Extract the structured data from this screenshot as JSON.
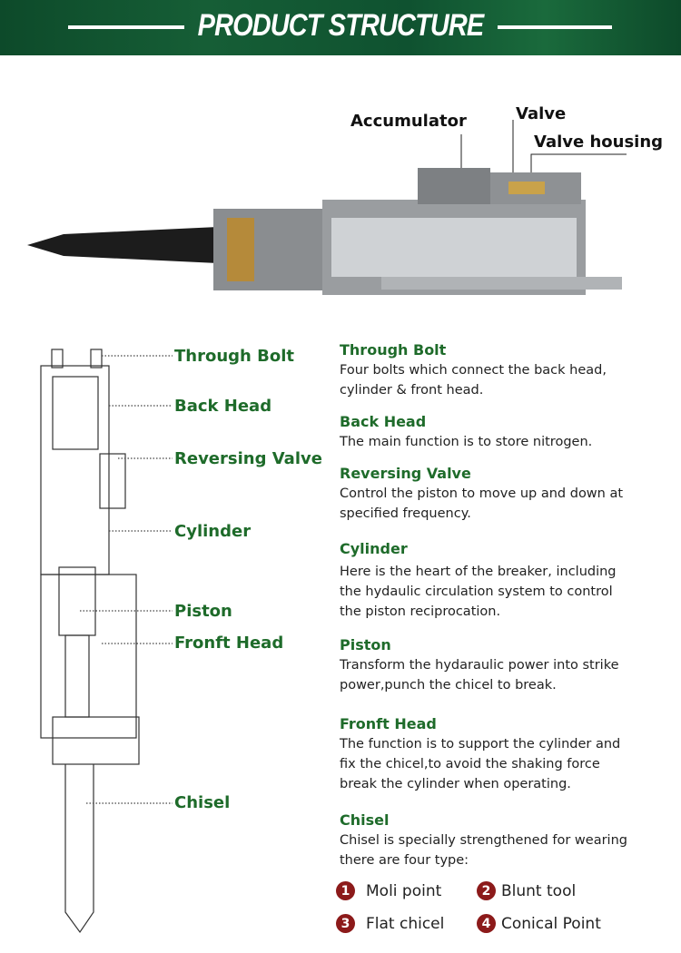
{
  "header": {
    "title": "PRODUCT STRUCTURE"
  },
  "top_diagram": {
    "labels": [
      "Accumulator",
      "Valve",
      "Valve housing"
    ]
  },
  "side_labels": [
    "Through Bolt",
    "Back Head",
    "Reversing Valve",
    "Cylinder",
    "Piston",
    "Fronft Head",
    "Chisel"
  ],
  "sections": [
    {
      "title": "Through Bolt",
      "lines": [
        "Four bolts which connect the back head,",
        "cylinder & front head."
      ]
    },
    {
      "title": "Back Head",
      "lines": [
        "The main function is to store nitrogen."
      ]
    },
    {
      "title": "Reversing Valve",
      "lines": [
        "Control the piston to move up and down at",
        "specified frequency."
      ]
    },
    {
      "title": "Cylinder",
      "lines": [
        "Here is the heart of the breaker, including",
        "the hydaulic circulation system to control",
        "the piston reciprocation."
      ]
    },
    {
      "title": "Piston",
      "lines": [
        "Transform the hydaraulic power into strike",
        "power,punch the chicel to break."
      ]
    },
    {
      "title": "Fronft Head",
      "lines": [
        "The function is to support the cylinder and",
        "fix the chicel,to avoid the shaking force",
        "break the cylinder when operating."
      ]
    },
    {
      "title": "Chisel",
      "lines": [
        "Chisel is specially strengthened for wearing",
        "there are four type:"
      ]
    }
  ],
  "chisel_types": [
    {
      "n": "1",
      "label": "Moli point"
    },
    {
      "n": "2",
      "label": "Blunt tool"
    },
    {
      "n": "3",
      "label": "Flat chicel"
    },
    {
      "n": "4",
      "label": "Conical Point"
    }
  ],
  "colors": {
    "header": "#0f5230",
    "accent": "#1e6b2a",
    "badge": "#8c1a1a"
  }
}
